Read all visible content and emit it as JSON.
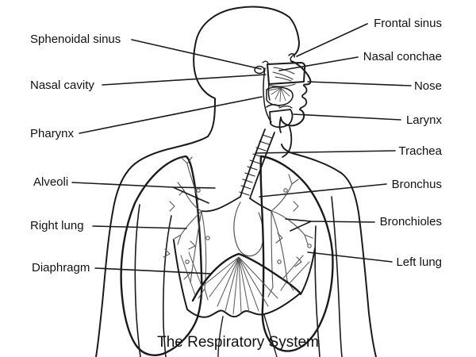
{
  "title": "The Respiratory System",
  "colors": {
    "background": "#ffffff",
    "outline": "#1a1a1a",
    "fine_line": "#4d4d4d",
    "text": "#111111"
  },
  "labels": {
    "sphenoidal_sinus": "Sphenoidal sinus",
    "nasal_cavity": "Nasal cavity",
    "pharynx": "Pharynx",
    "alveoli": "Alveoli",
    "right_lung": "Right lung",
    "diaphragm": "Diaphragm",
    "frontal_sinus": "Frontal sinus",
    "nasal_conchae": "Nasal conchae",
    "nose": "Nose",
    "larynx": "Larynx",
    "trachea": "Trachea",
    "bronchus": "Bronchus",
    "bronchioles": "Bronchioles",
    "left_lung": "Left lung"
  }
}
